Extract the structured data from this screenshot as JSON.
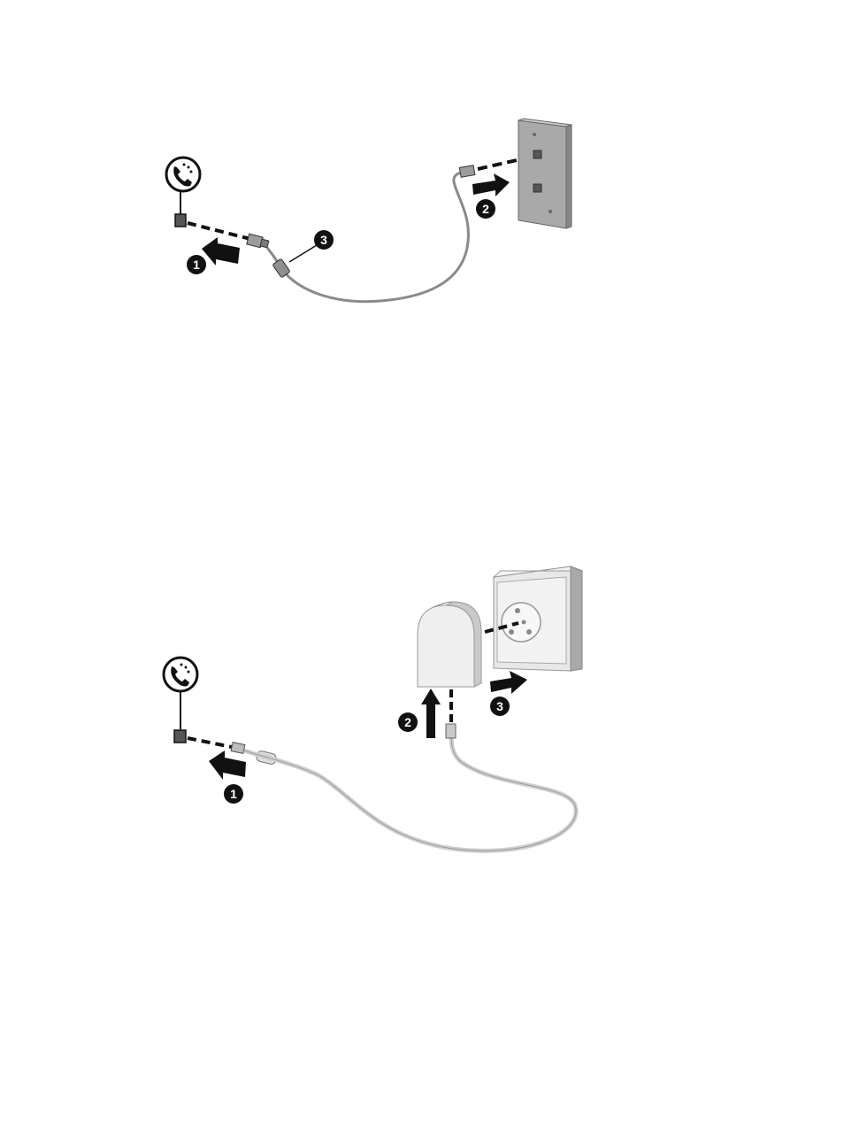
{
  "figures": [
    {
      "id": "modem-cable-rj11-wall-jack",
      "callouts": {
        "1": "1",
        "2": "2",
        "3": "3"
      }
    },
    {
      "id": "modem-cable-country-adapter",
      "callouts": {
        "1": "1",
        "2": "2",
        "3": "3"
      }
    }
  ],
  "colors": {
    "line": "#111111",
    "cable": "#8a8a8a",
    "cable_light": "#cfcfcf",
    "plate": "#a9a9a9",
    "adapter": "#eeeeee",
    "callout": "#111111"
  },
  "icons": [
    "modem-jack-symbol-icon",
    "telephone-icon",
    "arrow-icon",
    "wall-jack-plate-icon",
    "country-adapter-icon",
    "wall-outlet-icon"
  ]
}
